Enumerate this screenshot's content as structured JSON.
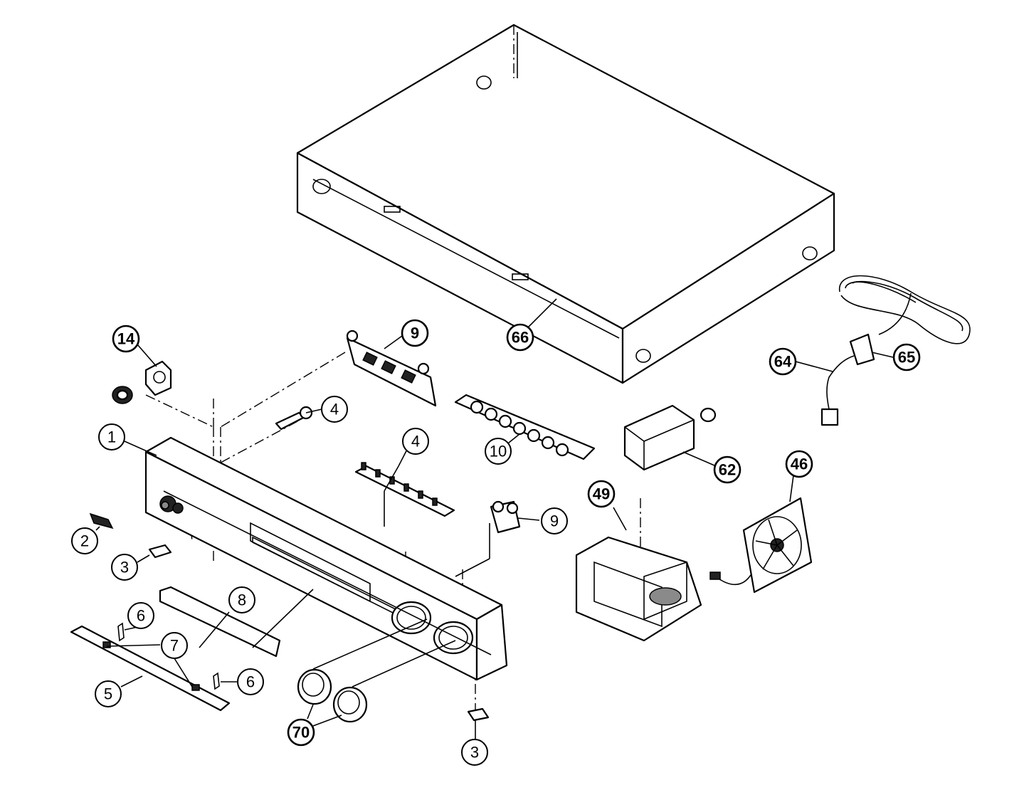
{
  "callouts": [
    {
      "id": "c66",
      "label": "66",
      "bold": true
    },
    {
      "id": "c14",
      "label": "14",
      "bold": true
    },
    {
      "id": "c9a",
      "label": "9",
      "bold": true
    },
    {
      "id": "c4a",
      "label": "4",
      "bold": false
    },
    {
      "id": "c1",
      "label": "1",
      "bold": false
    },
    {
      "id": "c4b",
      "label": "4",
      "bold": false
    },
    {
      "id": "c10",
      "label": "10",
      "bold": false
    },
    {
      "id": "c64",
      "label": "64",
      "bold": true
    },
    {
      "id": "c65",
      "label": "65",
      "bold": true
    },
    {
      "id": "c62",
      "label": "62",
      "bold": true
    },
    {
      "id": "c46",
      "label": "46",
      "bold": true
    },
    {
      "id": "c49",
      "label": "49",
      "bold": true
    },
    {
      "id": "c9b",
      "label": "9",
      "bold": false
    },
    {
      "id": "c2",
      "label": "2",
      "bold": false
    },
    {
      "id": "c3a",
      "label": "3",
      "bold": false
    },
    {
      "id": "c8",
      "label": "8",
      "bold": false
    },
    {
      "id": "c6a",
      "label": "6",
      "bold": false
    },
    {
      "id": "c7",
      "label": "7",
      "bold": false
    },
    {
      "id": "c6b",
      "label": "6",
      "bold": false
    },
    {
      "id": "c5",
      "label": "5",
      "bold": false
    },
    {
      "id": "c70",
      "label": "70",
      "bold": true
    },
    {
      "id": "c3b",
      "label": "3",
      "bold": false
    }
  ]
}
